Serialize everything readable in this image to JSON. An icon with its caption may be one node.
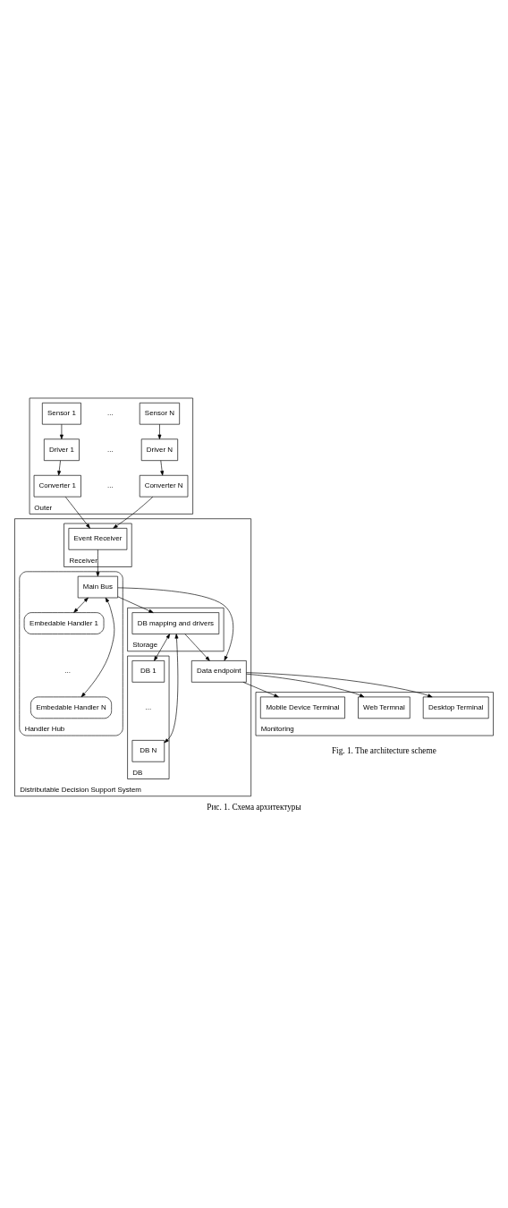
{
  "diagram": {
    "caption": "Рис. 1. Схема архитектуры",
    "nodes": [
      {
        "text": [
          "Outer"
        ]
      },
      {
        "text": [
          "Sensor 1"
        ],
        "in": 0
      },
      {
        "text": [
          "Sensor N"
        ],
        "in": 0
      },
      {
        "text": [
          "Driver 1"
        ],
        "in": 0
      },
      {
        "text": [
          "Driver N"
        ],
        "in": 0
      },
      {
        "text": [
          "Converter 1"
        ],
        "in": 0
      },
      {
        "text": [
          "Converter N"
        ],
        "in": 0
      },
      {
        "text": [
          "Distributable Decision Support System"
        ]
      },
      {
        "text": [
          "Receiver"
        ],
        "in": 7
      },
      {
        "text": [
          "Event Receiver"
        ],
        "in": 8
      },
      {
        "text": [
          "Handler Hub"
        ],
        "in": 7
      },
      {
        "text": [
          "Main Bus"
        ],
        "in": 10
      },
      {
        "text": [
          "Embedable Handler 1"
        ],
        "in": 10
      },
      {
        "text": [
          "Embedable Handler N"
        ],
        "in": 10
      },
      {
        "text": [
          "Data endpoint"
        ],
        "in": 7
      },
      {
        "text": [
          "Storage"
        ],
        "in": 7
      },
      {
        "text": [
          "DB mapping and drivers"
        ],
        "in": 15
      },
      {
        "text": [
          "DB"
        ],
        "in": 7
      },
      {
        "text": [
          "DB 1"
        ],
        "in": 17
      },
      {
        "text": [
          "DB N"
        ],
        "in": 17
      },
      {
        "text": [
          "Monitoring"
        ]
      },
      {
        "text": [
          "Mobile Device Terminal"
        ],
        "in": 20
      },
      {
        "text": [
          "Web Termnal"
        ],
        "in": 20
      },
      {
        "text": [
          "Desktop Terminal"
        ],
        "in": 20
      }
    ],
    "edges": [
      {
        "from": 1,
        "to": 3,
        "arrow": "to"
      },
      {
        "from": 2,
        "to": 4,
        "arrow": "to"
      },
      {
        "from": 3,
        "to": 5,
        "arrow": "to"
      },
      {
        "from": 4,
        "to": 6,
        "arrow": "to"
      },
      {
        "from": 5,
        "to": 9,
        "arrow": "to"
      },
      {
        "from": 6,
        "to": 9,
        "arrow": "to"
      },
      {
        "from": 9,
        "to": 11,
        "arrow": "to"
      },
      {
        "from": 11,
        "to": 12,
        "arrow": "both"
      },
      {
        "from": 11,
        "to": 13,
        "arrow": "both"
      },
      {
        "from": 11,
        "to": 14,
        "arrow": "to"
      },
      {
        "from": 11,
        "to": 16,
        "arrow": "to"
      },
      {
        "from": 16,
        "to": 14,
        "arrow": "to"
      },
      {
        "from": 16,
        "to": 18,
        "arrow": "both"
      },
      {
        "from": 16,
        "to": 19,
        "arrow": "both"
      },
      {
        "from": 14,
        "to": 21,
        "arrow": "to"
      },
      {
        "from": 14,
        "to": 22,
        "arrow": "to"
      },
      {
        "from": 14,
        "to": 23,
        "arrow": "to"
      }
    ],
    "labels": [
      "...",
      "...",
      "...",
      "...",
      "...",
      "Fig. 1. The architecture scheme"
    ]
  }
}
